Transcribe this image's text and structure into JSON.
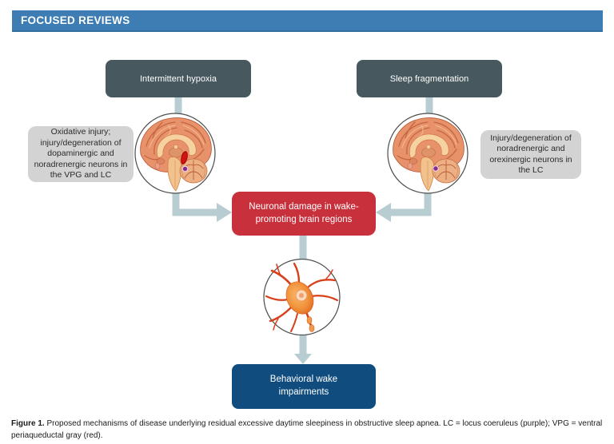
{
  "header": {
    "title": "FOCUSED REVIEWS"
  },
  "diagram": {
    "causes": [
      {
        "label": "Intermittent hypoxia"
      },
      {
        "label": "Sleep fragmentation"
      }
    ],
    "notes": [
      {
        "text": "Oxidative injury; injury/degeneration of dopaminergic and noradrenergic neurons in the VPG and LC"
      },
      {
        "text": "Injury/degeneration of noradrenergic and orexinergic neurons in the LC"
      }
    ],
    "center": {
      "label": "Neuronal damage in wake-promoting brain regions"
    },
    "outcome": {
      "label": "Behavioral wake impairments"
    },
    "illustrations": [
      {
        "name": "brain-sagittal-with-vpg-and-lc-markers"
      },
      {
        "name": "brain-sagittal-with-lc-marker"
      },
      {
        "name": "neuron-cell"
      }
    ]
  },
  "caption": {
    "label": "Figure 1.",
    "text": "Proposed mechanisms of disease underlying residual excessive daytime sleepiness in obstructive sleep apnea. LC = locus coeruleus (purple); VPG = ventral periaqueductal gray (red)."
  },
  "colors": {
    "header_bar": "#3D7DB4",
    "cause_box": "#47585E",
    "note_box": "#D3D3D3",
    "damage_box": "#C8303C",
    "outcome_box": "#104D7E",
    "arrow": "#B8CDD2",
    "vpg_marker_red": "#D21212",
    "lc_marker_purple": "#8A2B8C"
  }
}
